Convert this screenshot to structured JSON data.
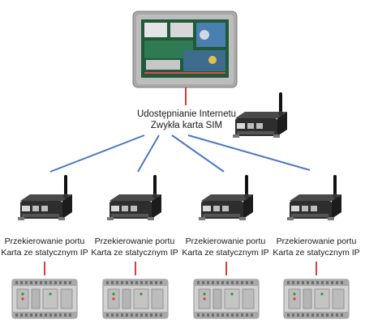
{
  "hub": {
    "line1": "Udostępnianie Internetu",
    "line2": "Zwykła karta SIM"
  },
  "nodes": [
    {
      "line1": "Przekierowanie portu",
      "line2": "Karta ze statycznym IP"
    },
    {
      "line1": "Przekierowanie portu",
      "line2": "Karta ze statycznym IP"
    },
    {
      "line1": "Przekierowanie portu",
      "line2": "Karta ze statycznym IP"
    },
    {
      "line1": "Przekierowanie portu",
      "line2": "Karta ze statycznym IP"
    }
  ],
  "colors": {
    "link_blue": "#4a78c2",
    "link_red": "#e03a3a",
    "router_body": "#2b2b2b",
    "hmi_frame": "#9a9a9a",
    "hmi_screen": "#1f5a3a",
    "plc_body": "#cfcfcf"
  },
  "icons": [
    "hmi-panel-icon",
    "router-icon",
    "plc-module-icon"
  ]
}
